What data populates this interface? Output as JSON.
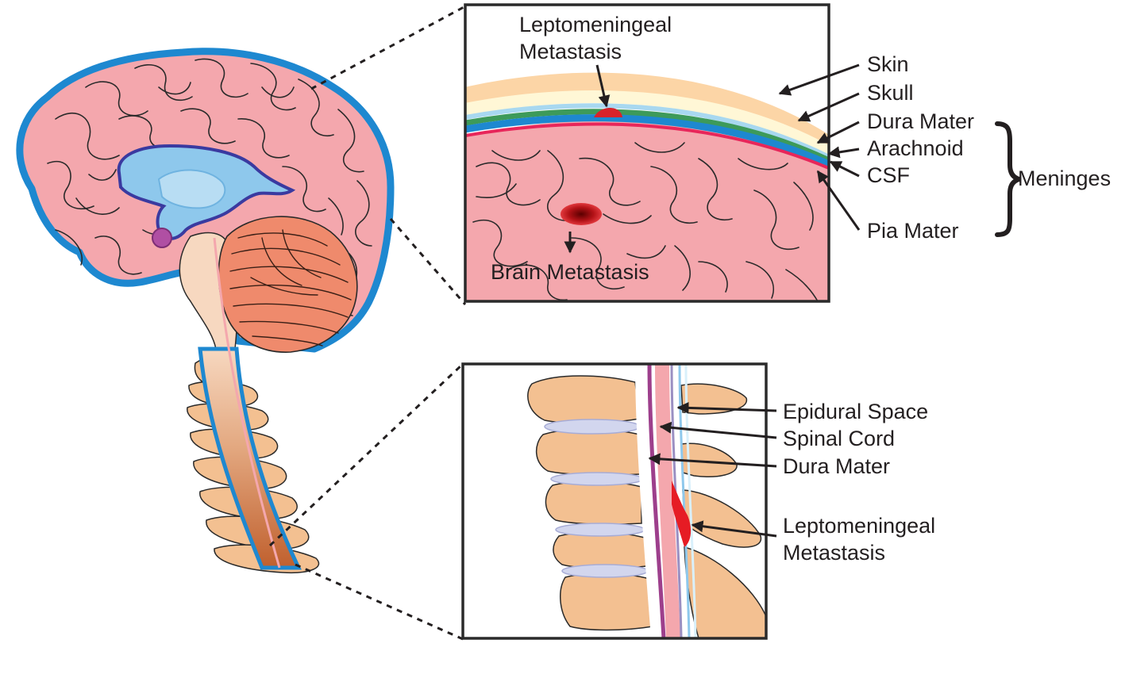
{
  "brain_inset": {
    "labels": {
      "leptomeningeal_line1": "Leptomeningeal",
      "leptomeningeal_line2": "Metastasis",
      "brain_metastasis": "Brain Metastasis",
      "skin": "Skin",
      "skull": "Skull",
      "dura_mater": "Dura Mater",
      "arachnoid": "Arachnoid",
      "csf": "CSF",
      "pia_mater": "Pia Mater",
      "meninges": "Meninges"
    }
  },
  "spine_inset": {
    "labels": {
      "epidural_space": "Epidural Space",
      "spinal_cord": "Spinal Cord",
      "dura_mater": "Dura Mater",
      "leptomeningeal_line1": "Leptomeningeal",
      "leptomeningeal_line2": "Metastasis"
    }
  },
  "colors": {
    "brain_pink": "#f4a7ad",
    "meninges_blue": "#1e88d0",
    "ventricle_blue": "#8ec8ec",
    "cerebellum_orange": "#ef8a6c",
    "vertebra_tan": "#f3c091",
    "disc_lavender": "#d2d6ee",
    "metastasis_red": "#d8232a",
    "skull_cream": "#fff7d6",
    "skin_peach": "#fcd5a6",
    "dura_green": "#3d9a5a",
    "pia_red": "#e8265a"
  }
}
